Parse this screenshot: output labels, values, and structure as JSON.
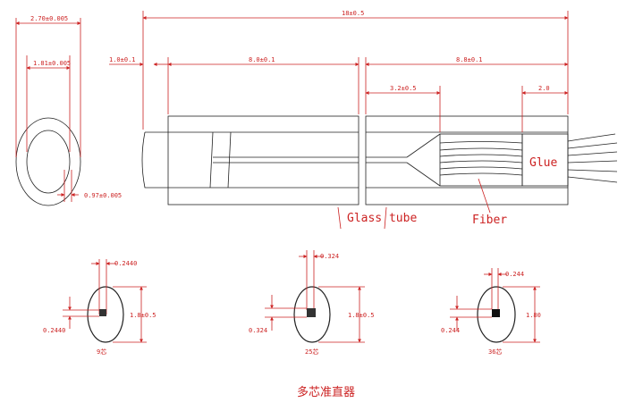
{
  "diagram": {
    "title": "多芯准直器",
    "dimensions": {
      "outer_diameter": "2.70±0.005",
      "inner_diameter": "1.81±0.005",
      "wall": "0.97±0.005",
      "total_length": "18±0.5",
      "left_end": "1.0±0.1",
      "left_section": "8.0±0.1",
      "right_section": "8.8±0.1",
      "fan_length": "3.2±0.5",
      "glue_length": "2.0"
    },
    "labels": {
      "glue": "Glue",
      "glass_tube": "Glass tube",
      "fiber": "Fiber"
    },
    "sections": [
      {
        "count_label": "9芯",
        "pitch": "0.2440",
        "side": "0.2440",
        "height": "1.8±0.5"
      },
      {
        "count_label": "25芯",
        "pitch": "0.324",
        "side": "0.324",
        "height": "1.8±0.5"
      },
      {
        "count_label": "36芯",
        "pitch": "0.244",
        "side": "0.244",
        "height": "1.80"
      }
    ]
  }
}
